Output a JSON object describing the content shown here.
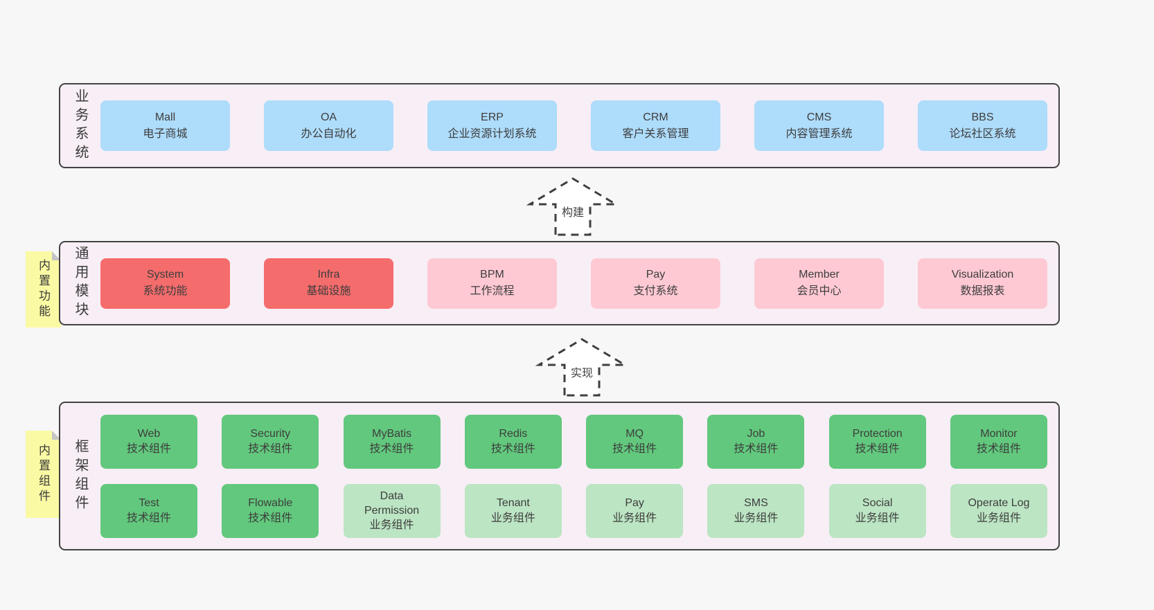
{
  "palette": {
    "page_bg": "#f7f7f7",
    "layer_bg": "#f8eef6",
    "layer_border": "#424242",
    "blue_node": "#aedcfb",
    "red_node": "#f56c6c",
    "pink_node": "#fec9d3",
    "green_node": "#62c87d",
    "light_green_node": "#bce5c3",
    "sticky_yellow": "#fafaa4",
    "sticky_fold_gray": "#c5c5c7",
    "text": "#3d3d3d"
  },
  "arrows": [
    {
      "label": "构建"
    },
    {
      "label": "实现"
    }
  ],
  "layers": [
    {
      "label": "业务系统",
      "boxes": [
        {
          "title": "Mall",
          "subtitle": "电子商城"
        },
        {
          "title": "OA",
          "subtitle": "办公自动化"
        },
        {
          "title": "ERP",
          "subtitle": "企业资源计划系统"
        },
        {
          "title": "CRM",
          "subtitle": "客户关系管理"
        },
        {
          "title": "CMS",
          "subtitle": "内容管理系统"
        },
        {
          "title": "BBS",
          "subtitle": "论坛社区系统"
        }
      ]
    },
    {
      "label": "通用模块",
      "sticky": "内置功能",
      "boxes": [
        {
          "title": "System",
          "subtitle": "系统功能"
        },
        {
          "title": "Infra",
          "subtitle": "基础设施"
        },
        {
          "title": "BPM",
          "subtitle": "工作流程"
        },
        {
          "title": "Pay",
          "subtitle": "支付系统"
        },
        {
          "title": "Member",
          "subtitle": "会员中心"
        },
        {
          "title": "Visualization",
          "subtitle": "数据报表"
        }
      ]
    },
    {
      "label": "框架组件",
      "sticky": "内置组件",
      "rows": [
        [
          {
            "title": "Web",
            "subtitle": "技术组件"
          },
          {
            "title": "Security",
            "subtitle": "技术组件"
          },
          {
            "title": "MyBatis",
            "subtitle": "技术组件"
          },
          {
            "title": "Redis",
            "subtitle": "技术组件"
          },
          {
            "title": "MQ",
            "subtitle": "技术组件"
          },
          {
            "title": "Job",
            "subtitle": "技术组件"
          },
          {
            "title": "Protection",
            "subtitle": "技术组件"
          },
          {
            "title": "Monitor",
            "subtitle": "技术组件"
          }
        ],
        [
          {
            "title": "Test",
            "subtitle": "技术组件"
          },
          {
            "title": "Flowable",
            "subtitle": "技术组件"
          },
          {
            "title": "Data Permission",
            "subtitle": "业务组件"
          },
          {
            "title": "Tenant",
            "subtitle": "业务组件"
          },
          {
            "title": "Pay",
            "subtitle": "业务组件"
          },
          {
            "title": "SMS",
            "subtitle": "业务组件"
          },
          {
            "title": "Social",
            "subtitle": "业务组件"
          },
          {
            "title": "Operate Log",
            "subtitle": "业务组件"
          }
        ]
      ]
    }
  ]
}
